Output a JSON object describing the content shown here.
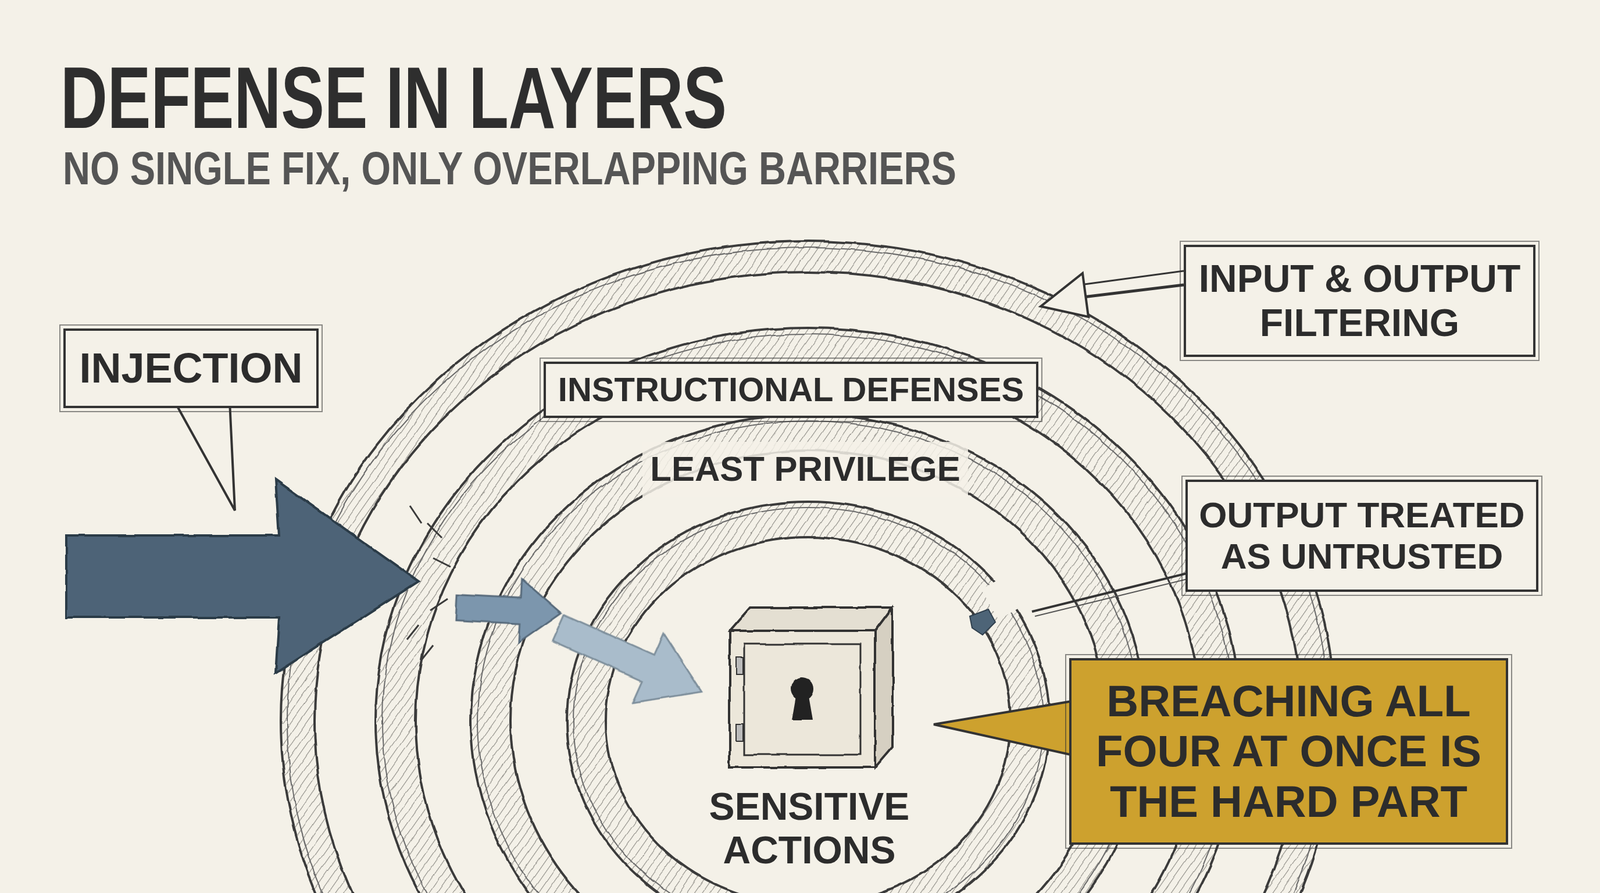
{
  "diagram": {
    "title": "DEFENSE IN LAYERS",
    "caption": "NO SINGLE FIX, ONLY OVERLAPPING BARRIERS",
    "nodes": [
      {
        "text": [
          "INPUT & OUTPUT FILTERING"
        ]
      },
      {
        "text": [
          "INJECTION"
        ]
      },
      {
        "text": [
          "INSTRUCTIONAL DEFENSES"
        ]
      },
      {
        "text": [
          "LEAST PRIVILEGE"
        ]
      },
      {
        "text": [
          "OUTPUT TREATED AS UNTRUSTED"
        ]
      },
      {
        "text": [
          "BREACHING ALL FOUR AT ONCE IS THE HARD PART"
        ]
      },
      {
        "text": [
          "SENSITIVE ACTIONS"
        ]
      }
    ]
  }
}
